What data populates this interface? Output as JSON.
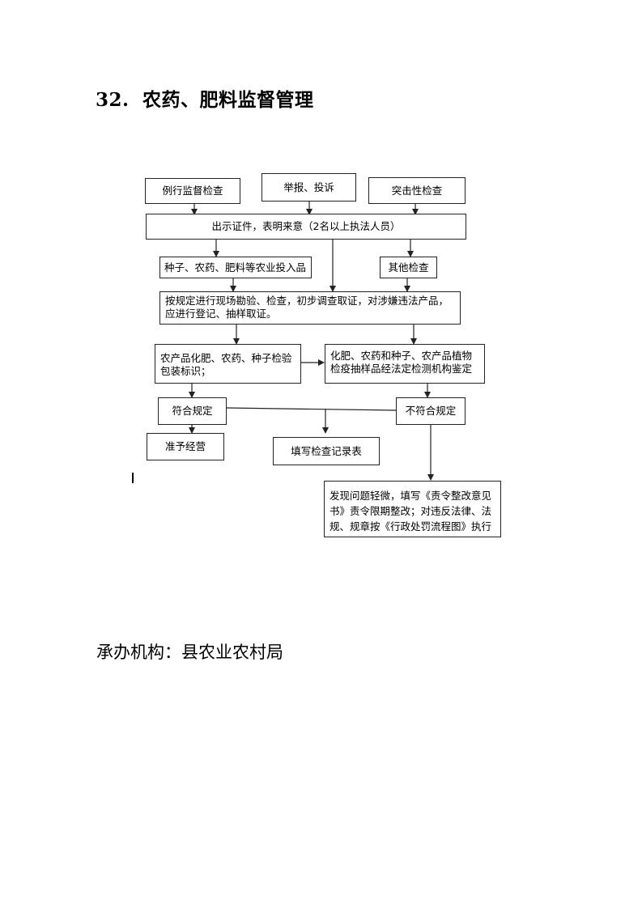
{
  "title": {
    "number": "32.",
    "text": "农药、肥料监督管理"
  },
  "flowchart": {
    "routine_inspection": "例行监督检查",
    "report_complaint": "举报、投诉",
    "surprise_inspection": "突击性检查",
    "show_credentials": "出示证件，表明来意（2名以上执法人员）",
    "seeds_inputs": "种子、农药、肥料等农业投入品",
    "other_inspection": "其他检查",
    "onsite_inspection": "按规定进行现场勘验、检查，初步调查取证，对涉嫌违法产品，应进行登记、抽样取证。",
    "label_check": "农产品化肥、农药、种子检验包装标识；",
    "lab_test": "化肥、农药和种子、农产品植物检疫抽样品经法定检测机构鉴定",
    "compliant": "符合规定",
    "noncompliant": "不符合规定",
    "permit_operation": "准予经营",
    "fill_record": "填写检查记录表",
    "handling": "发现问题轻微，填写《责令整改意见书》责令限期整改；对违反法律、法规、规章按《行政处罚流程图》执行"
  },
  "footer": {
    "organizer": "承办机构：县农业农村局"
  }
}
